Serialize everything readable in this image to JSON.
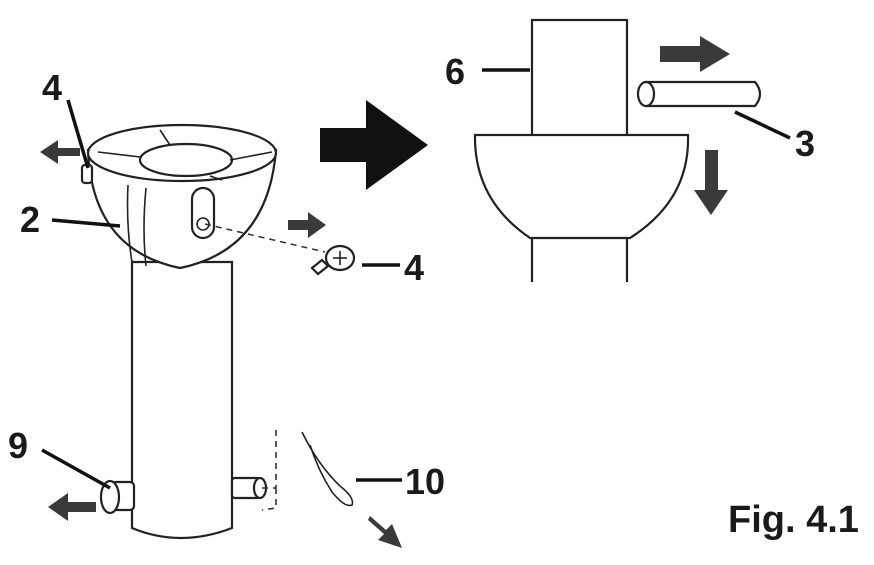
{
  "figure": {
    "caption": "Fig. 4.1"
  },
  "callouts": [
    {
      "id": "left-top-screw",
      "text": "4"
    },
    {
      "id": "collar",
      "text": "2"
    },
    {
      "id": "right-screw",
      "text": "4"
    },
    {
      "id": "knob",
      "text": "9"
    },
    {
      "id": "clip",
      "text": "10"
    },
    {
      "id": "pole",
      "text": "6"
    },
    {
      "id": "pin",
      "text": "3"
    }
  ],
  "colors": {
    "ink": "#222222",
    "arrow": "#3a3a3a",
    "background": "#ffffff"
  }
}
